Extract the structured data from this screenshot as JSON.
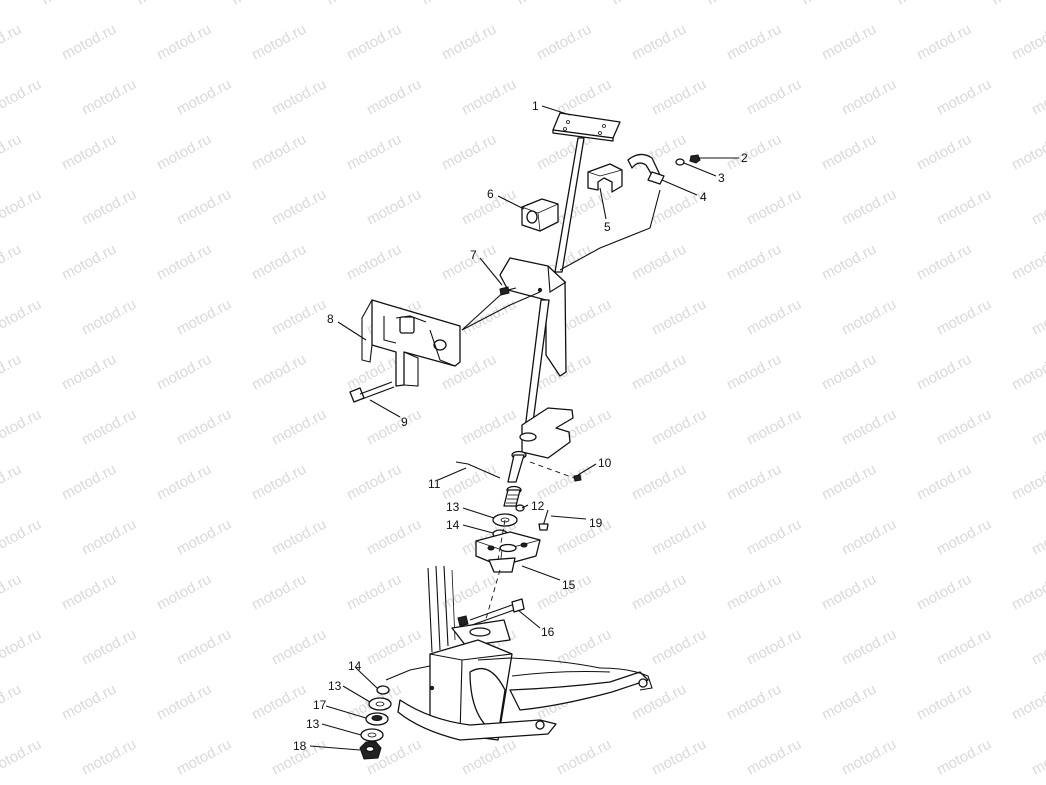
{
  "watermark": "motod.ru",
  "callouts": [
    {
      "id": "c1",
      "label": "1"
    },
    {
      "id": "c2",
      "label": "2"
    },
    {
      "id": "c3",
      "label": "3"
    },
    {
      "id": "c4",
      "label": "4"
    },
    {
      "id": "c5",
      "label": "5"
    },
    {
      "id": "c6",
      "label": "6"
    },
    {
      "id": "c7",
      "label": "7"
    },
    {
      "id": "c8",
      "label": "8"
    },
    {
      "id": "c9",
      "label": "9"
    },
    {
      "id": "c10",
      "label": "10"
    },
    {
      "id": "c11",
      "label": "11"
    },
    {
      "id": "c12",
      "label": "12"
    },
    {
      "id": "c13a",
      "label": "13"
    },
    {
      "id": "c14a",
      "label": "14"
    },
    {
      "id": "c19",
      "label": "19"
    },
    {
      "id": "c15",
      "label": "15"
    },
    {
      "id": "c16",
      "label": "16"
    },
    {
      "id": "c14b",
      "label": "14"
    },
    {
      "id": "c13b",
      "label": "13"
    },
    {
      "id": "c17",
      "label": "17"
    },
    {
      "id": "c13c",
      "label": "13"
    },
    {
      "id": "c18",
      "label": "18"
    }
  ]
}
